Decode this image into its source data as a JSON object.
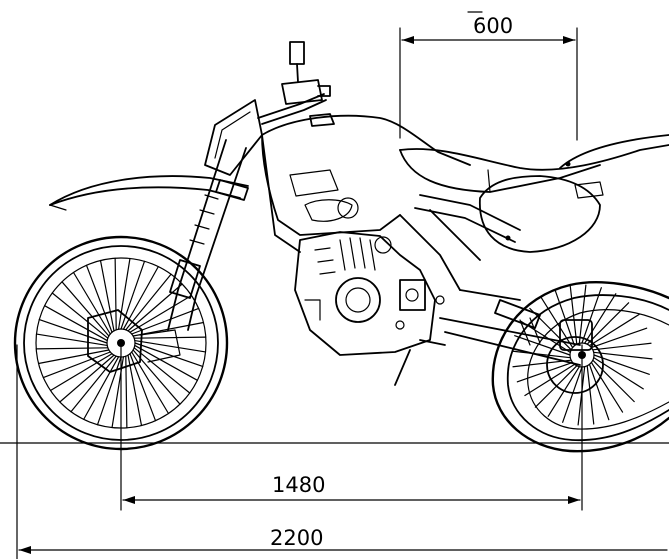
{
  "dimensions": {
    "seat_width": "600",
    "wheelbase": "1480",
    "overall_length": "2200"
  }
}
